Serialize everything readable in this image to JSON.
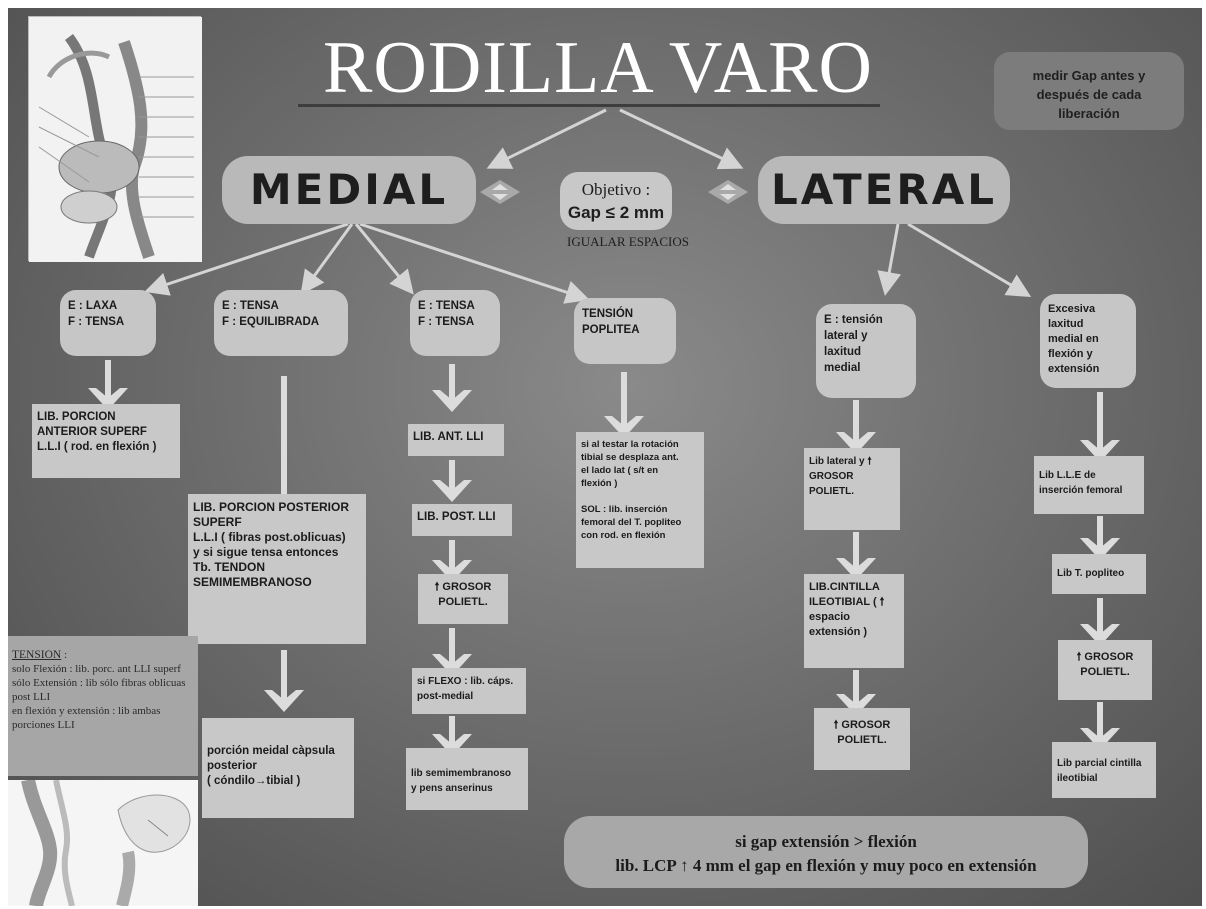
{
  "title": "RODILLA VARO",
  "note_top_right": "medir Gap antes y\ndespués de cada\nliberación",
  "medial": {
    "label": "MEDIAL"
  },
  "lateral": {
    "label": "LATERAL"
  },
  "objective": {
    "line1": "Objetivo :",
    "line2": "Gap ≤ 2 mm",
    "sub": "IGUALAR ESPACIOS"
  },
  "medial_branches": [
    {
      "condition": "E : LAXA\nF : TENSA",
      "steps": [
        "LIB. PORCION\nANTERIOR SUPERF\nL.L.I ( rod. en flexión )"
      ]
    },
    {
      "condition": "E : TENSA\nF : EQUILIBRADA",
      "steps": [
        "LIB. PORCION POSTERIOR\nSUPERF\nL.L.I ( fibras post.oblicuas)\ny si sigue tensa entonces\nTb. TENDON\nSEMIMEMBRANOSO",
        "porción meidal càpsula\nposterior\n( cóndilo→tibial )"
      ]
    },
    {
      "condition": "E : TENSA\nF : TENSA",
      "steps": [
        "LIB. ANT. LLI",
        "LIB. POST. LLI",
        "🠕 GROSOR\nPOLIETL.",
        "si FLEXO : lib. cáps.\npost-medial",
        "lib semimembranoso\ny pens anserinus"
      ]
    },
    {
      "condition": "TENSIÓN\nPOPLITEA",
      "steps": [
        "si al testar la rotación\ntibial se desplaza ant.\nel lado lat ( s/t en\nflexión )\n\nSOL : lib. inserción\nfemoral del T. popliteo\ncon rod. en flexión"
      ]
    }
  ],
  "lateral_branches": [
    {
      "condition": "E : tensión\nlateral y\nlaxitud\nmedial",
      "steps": [
        "Lib lateral y 🠕\nGROSOR\nPOLIETL.",
        "LIB.CINTILLA\nILEOTIBIAL ( 🠕\nespacio\nextensión )",
        "🠕 GROSOR\nPOLIETL."
      ]
    },
    {
      "condition": "Excesiva\nlaxitud\nmedial en\nflexión y\nextensión",
      "steps": [
        "Lib L.L.E de\ninserción femoral",
        "Lib  T. popliteo",
        "🠕 GROSOR\nPOLIETL.",
        "Lib parcial cintilla\nileotibial"
      ]
    }
  ],
  "tension_note": {
    "heading": "TENSION",
    "suffix": " :",
    "lines": [
      "solo Flexión : lib. porc. ant LLI superf",
      "sólo Extensión : lib sólo fibras oblicuas post LLI",
      "en flexión y extensión : lib ambas porciones LLI"
    ]
  },
  "bottom_note": {
    "line1": "si gap extensión > flexión",
    "line2": "lib. LCP ↑ 4 mm el gap en flexión y muy poco en extensión"
  },
  "colors": {
    "background": "#6e6e6e",
    "pill": "#b9b9b9",
    "box": "#c8c8c8",
    "arrow": "#d6d6d6",
    "title": "#ffffff"
  },
  "icons": {
    "arrow": "down-arrow-icon",
    "diamond": "diamond-arrow-icon",
    "anatomy": "knee-anatomy-illustration"
  }
}
